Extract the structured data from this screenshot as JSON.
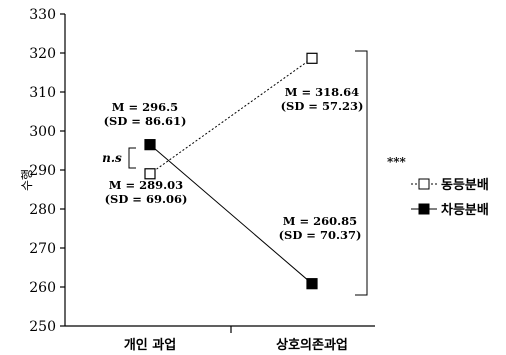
{
  "chart_data": {
    "type": "line",
    "categories": [
      "개인 과업",
      "상호의존과업"
    ],
    "series": [
      {
        "name": "동등분배",
        "values": [
          289.03,
          318.64
        ],
        "marker": "open-square",
        "line_style": "dotted",
        "annotations": [
          {
            "m": "M = 289.03",
            "sd": "(SD = 69.06)"
          },
          {
            "m": "M = 318.64",
            "sd": "(SD = 57.23)"
          }
        ]
      },
      {
        "name": "차등분배",
        "values": [
          296.5,
          260.85
        ],
        "marker": "filled-square",
        "line_style": "solid",
        "annotations": [
          {
            "m": "M = 296.5",
            "sd": "(SD = 86.61)"
          },
          {
            "m": "M = 260.85",
            "sd": "(SD = 70.37)"
          }
        ]
      }
    ],
    "ylabel": "수행",
    "ylim": [
      250,
      330
    ],
    "yticks": [
      250,
      260,
      270,
      280,
      290,
      300,
      310,
      320,
      330
    ],
    "significance": {
      "left": "n.s",
      "right": "***"
    },
    "legend_position": "right"
  },
  "colors": {
    "axis": "#000000",
    "marker_fill": "#000000",
    "marker_open": "#ffffff"
  }
}
